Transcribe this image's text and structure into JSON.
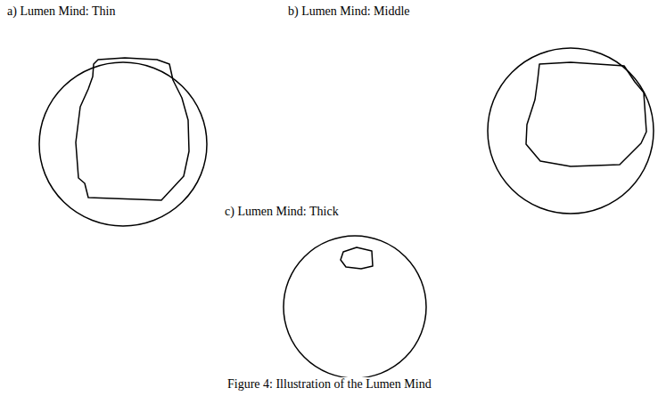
{
  "diagram": {
    "caption": "Figure 4: Illustration of the Lumen Mind",
    "labels": [
      "a) Lumen Mind: Thin",
      "b) Lumen Mind: Middle",
      "c) Lumen Mind: Thick"
    ]
  }
}
